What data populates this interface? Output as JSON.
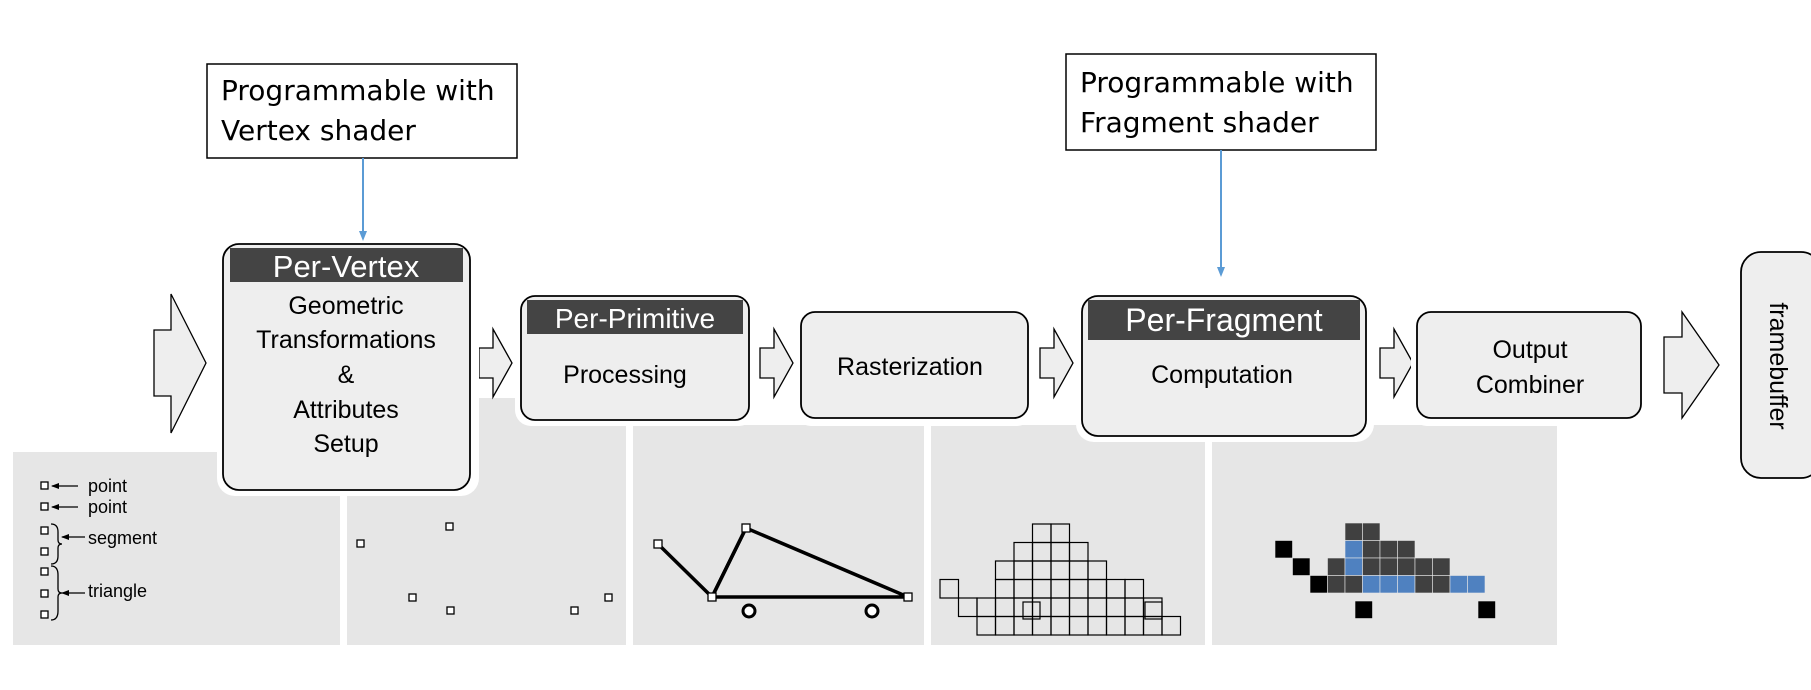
{
  "callouts": {
    "vertex": [
      "Programmable with",
      "Vertex shader"
    ],
    "fragment": [
      "Programmable with",
      "Fragment shader"
    ]
  },
  "stages": {
    "per_vertex": {
      "title": "Per-Vertex",
      "lines": [
        "Geometric",
        "Transformations",
        "&",
        "Attributes",
        "Setup"
      ]
    },
    "per_primitive": {
      "title": "Per-Primitive",
      "body": "Processing"
    },
    "rasterization": {
      "body": "Rasterization"
    },
    "per_fragment": {
      "title": "Per-Fragment",
      "body": "Computation"
    },
    "output_combiner": {
      "lines": [
        "Output",
        "Combiner"
      ]
    },
    "framebuffer": {
      "label": "framebuffer"
    }
  },
  "legend": {
    "point_1": "point",
    "point_2": "point",
    "segment": "segment",
    "triangle": "triangle"
  },
  "colors": {
    "header_bar": "#444444",
    "panel": "#e6e6e6",
    "box_fill": "#eeeeee",
    "connector": "#5b9bd5",
    "fragment_blue": "#4f81c0",
    "fragment_dark": "#404040"
  }
}
